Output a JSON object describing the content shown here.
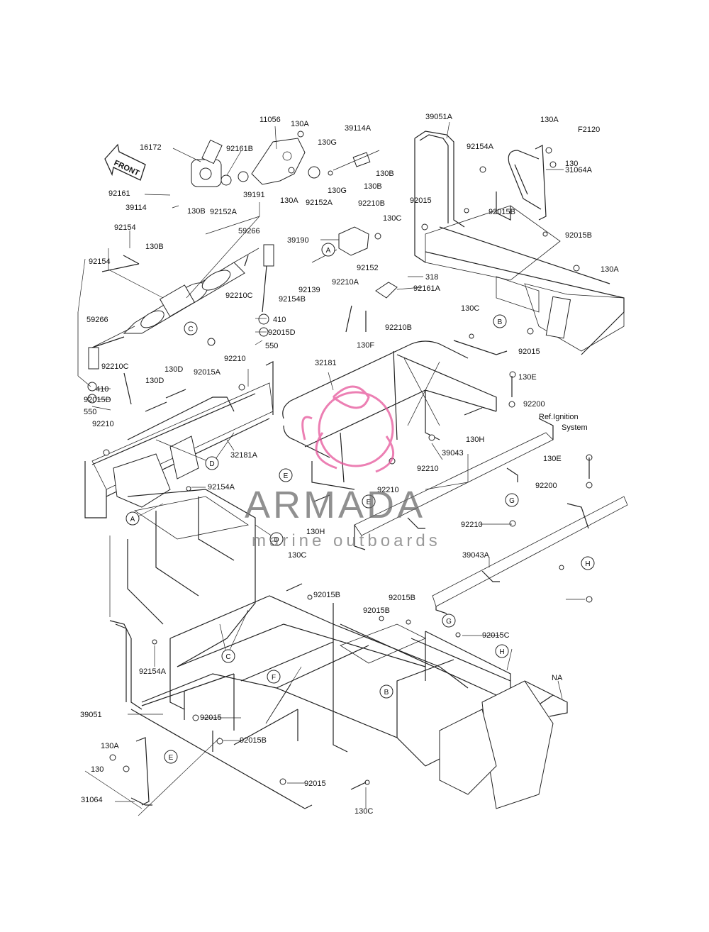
{
  "diagram_code": "F2120",
  "front_arrow_label": "FRONT",
  "ref_note": [
    "Ref.Ignition",
    "System"
  ],
  "na_label": "NA",
  "watermark": {
    "brand": "ARMADA",
    "tagline": "marine outboards",
    "color": "#e6559a"
  },
  "part_labels": [
    "11056",
    "130A",
    "39114A",
    "39051A",
    "130A",
    "F2120",
    "16172",
    "92161B",
    "130G",
    "92154A",
    "31064A",
    "130",
    "130B",
    "130B",
    "92161",
    "39191",
    "130A",
    "92152A",
    "92152A",
    "92015",
    "92015B",
    "39114",
    "130B",
    "130G",
    "92210B",
    "130C",
    "92015B",
    "92154",
    "130B",
    "59266",
    "39190",
    "130A",
    "92154",
    "92210C",
    "92152",
    "318",
    "92161A",
    "92154B",
    "92139",
    "92210A",
    "410",
    "92015D",
    "550",
    "92210B",
    "130F",
    "130C",
    "59266",
    "92210C",
    "92015A",
    "92015",
    "92210",
    "130D",
    "32181",
    "130E",
    "410",
    "130D",
    "92015D",
    "550",
    "92200",
    "92210",
    "130H",
    "32181A",
    "39043",
    "92210",
    "130E",
    "92210",
    "92154A",
    "92200",
    "130H",
    "92210",
    "39043A",
    "130C",
    "92015B",
    "92015B",
    "92015B",
    "92015C",
    "92154A",
    "92015",
    "39051",
    "130A",
    "92015B",
    "130",
    "92015",
    "31064",
    "130C"
  ],
  "ref_circles": [
    "A",
    "B",
    "C",
    "D",
    "E",
    "F",
    "G",
    "H"
  ]
}
